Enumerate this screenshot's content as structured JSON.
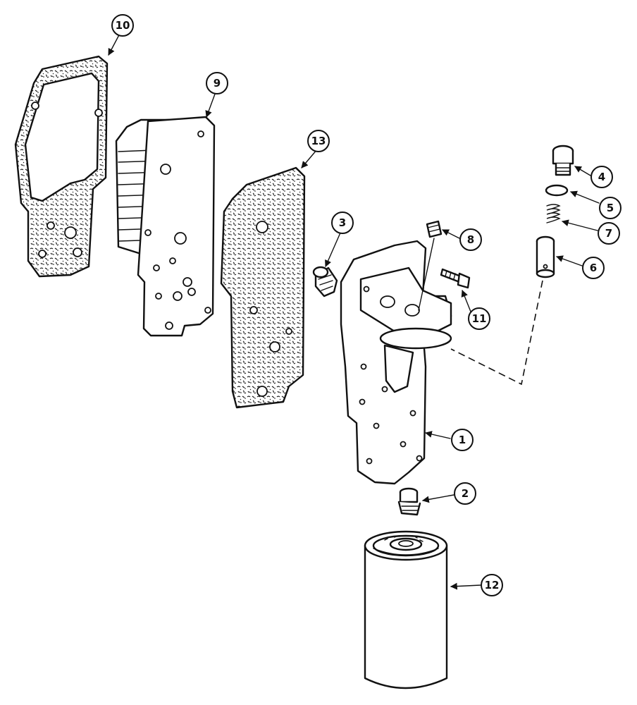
{
  "diagram": {
    "type": "exploded-parts-view",
    "callouts": [
      {
        "id": "1",
        "label": "1",
        "part": "oil-filter-head"
      },
      {
        "id": "2",
        "label": "2",
        "part": "filter-adapter-nipple"
      },
      {
        "id": "3",
        "label": "3",
        "part": "plug"
      },
      {
        "id": "4",
        "label": "4",
        "part": "valve-plug"
      },
      {
        "id": "5",
        "label": "5",
        "part": "sealing-washer"
      },
      {
        "id": "6",
        "label": "6",
        "part": "relief-valve-plunger"
      },
      {
        "id": "7",
        "label": "7",
        "part": "spring"
      },
      {
        "id": "8",
        "label": "8",
        "part": "set-screw-plug"
      },
      {
        "id": "9",
        "label": "9",
        "part": "oil-cooler"
      },
      {
        "id": "10",
        "label": "10",
        "part": "cooler-gasket"
      },
      {
        "id": "11",
        "label": "11",
        "part": "bolt"
      },
      {
        "id": "12",
        "label": "12",
        "part": "oil-filter"
      },
      {
        "id": "13",
        "label": "13",
        "part": "head-gasket"
      }
    ]
  },
  "colors": {
    "ink": "#111111",
    "paper": "#ffffff"
  }
}
